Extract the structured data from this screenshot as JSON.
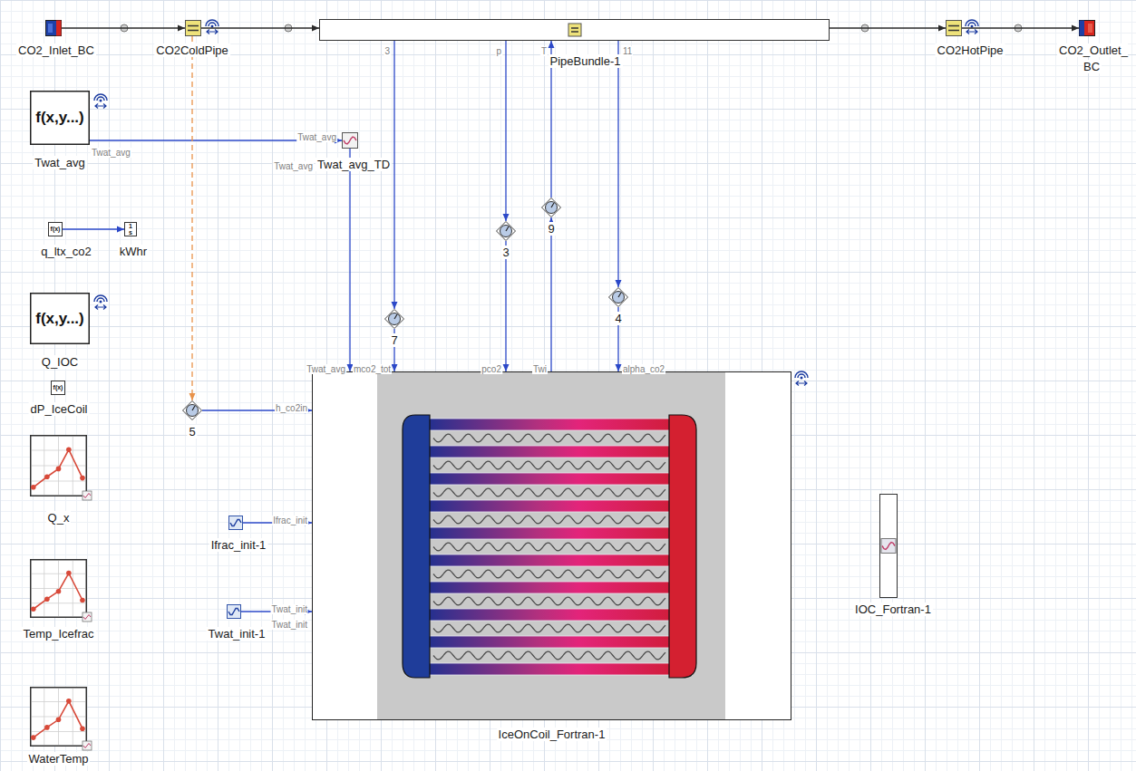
{
  "diagram": {
    "nodes": [
      {
        "text": [
          "CO2_Inlet_BC"
        ]
      },
      {
        "text": [
          "CO2ColdPipe"
        ]
      },
      {
        "text": [
          "PipeBundle-1"
        ]
      },
      {
        "text": [
          "CO2HotPipe"
        ]
      },
      {
        "text": [
          "CO2_Outlet_ BC"
        ]
      },
      {
        "text": [
          "f(x,y...)",
          "Twat_avg"
        ]
      },
      {
        "text": [
          "Twat_avg_TD"
        ]
      },
      {
        "text": [
          "f(x)",
          "q_ltx_co2"
        ]
      },
      {
        "text": [
          "1 s",
          "kWhr"
        ]
      },
      {
        "text": [
          "9"
        ]
      },
      {
        "text": [
          "3"
        ]
      },
      {
        "text": [
          "4"
        ]
      },
      {
        "text": [
          "7"
        ]
      },
      {
        "text": [
          "f(x,y...)",
          "Q_IOC"
        ]
      },
      {
        "text": [
          "f(x)",
          "dP_IceCoil"
        ]
      },
      {
        "text": [
          "5"
        ]
      },
      {
        "text": [
          "IceOnCoil_Fortran-1"
        ]
      },
      {
        "text": [
          "Ifrac_init-1"
        ]
      },
      {
        "text": [
          "Twat_init-1"
        ]
      },
      {
        "text": [
          "IOC_Fortran-1"
        ]
      },
      {
        "text": [
          "Q_x"
        ]
      },
      {
        "text": [
          "Temp_Icefrac"
        ]
      },
      {
        "text": [
          "WaterTemp"
        ]
      }
    ],
    "edges": [
      {
        "from": 0,
        "to": 1,
        "arrow": "to"
      },
      {
        "from": 1,
        "to": 2,
        "arrow": "to"
      },
      {
        "from": 2,
        "to": 3,
        "arrow": "to"
      },
      {
        "from": 3,
        "to": 4,
        "arrow": "to"
      },
      {
        "from": 5,
        "to": 6,
        "arrow": "to"
      },
      {
        "from": 6,
        "to": 16,
        "arrow": "to"
      },
      {
        "from": 7,
        "to": 8,
        "arrow": "to"
      },
      {
        "from": 2,
        "to": 12,
        "arrow": "to"
      },
      {
        "from": 12,
        "to": 16,
        "arrow": "to"
      },
      {
        "from": 2,
        "to": 10,
        "arrow": "to"
      },
      {
        "from": 10,
        "to": 16,
        "arrow": "to"
      },
      {
        "from": 16,
        "to": 9,
        "arrow": "to"
      },
      {
        "from": 9,
        "to": 2,
        "arrow": "to"
      },
      {
        "from": 2,
        "to": 11,
        "arrow": "to"
      },
      {
        "from": 11,
        "to": 16,
        "arrow": "to"
      },
      {
        "from": 1,
        "to": 15,
        "arrow": "to"
      },
      {
        "from": 15,
        "to": 16,
        "arrow": "to"
      },
      {
        "from": 17,
        "to": 16,
        "arrow": "to"
      },
      {
        "from": 18,
        "to": 16,
        "arrow": "to"
      }
    ],
    "labels": [
      "3",
      "p",
      "T",
      "11",
      "Twat_avg",
      "Twat_avg",
      "Twat_avg",
      "Twat_avg",
      "mco2_tot",
      "pco2",
      "Twi",
      "alpha_co2",
      "h_co2in",
      "Ifrac_init",
      "Twat_init",
      "Twat_init"
    ]
  }
}
